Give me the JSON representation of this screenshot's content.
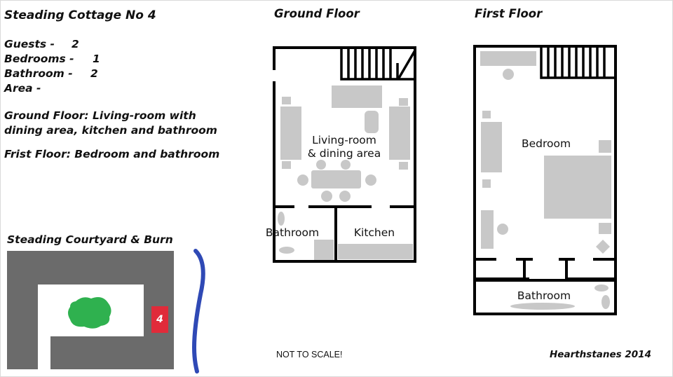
{
  "cottage": {
    "title": "Steading Cottage No  4",
    "guests_label": "Guests -",
    "guests_value": "2",
    "bedrooms_label": "Bedrooms -",
    "bedrooms_value": "1",
    "bathroom_label": "Bathroom -",
    "bathroom_value": "2",
    "area_label": "Area -",
    "ground_desc_line1": "Ground Floor:  Living-room with",
    "ground_desc_line2": "dining area, kitchen and bathroom",
    "first_desc": "Frist Floor:  Bedroom and bathroom"
  },
  "courtyard": {
    "title": "Steading Courtyard & Burn",
    "unit_number": "4",
    "building_color": "#6b6b6b",
    "tree_color": "#2fb14f",
    "unit_color": "#e02b3a",
    "burn_color": "#2f49b5"
  },
  "ground_floor": {
    "title": "Ground Floor",
    "living_line1": "Living-room",
    "living_line2": "& dining area",
    "bathroom": "Bathroom",
    "kitchen": "Kitchen"
  },
  "first_floor": {
    "title": "First Floor",
    "bedroom": "Bedroom",
    "bathroom": "Bathroom"
  },
  "footer": {
    "scale_note": "NOT TO SCALE!",
    "credit": "Hearthstanes 2014"
  },
  "colors": {
    "wall": "#000000",
    "furniture": "#c8c8c8"
  }
}
